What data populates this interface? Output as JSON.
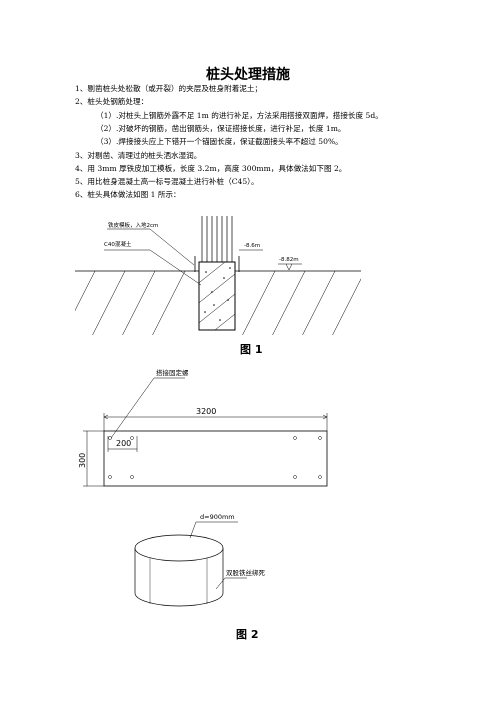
{
  "title": "桩头处理措施",
  "steps": [
    "1、剔凿桩头处松散（或开裂）的夹层及桩身附着泥土；",
    "2、桩头处钢筋处理：",
    "（1）.对桩头上钢筋外露不足 1m 的进行补足，方法采用搭接双面焊，搭接长度 5d。",
    "（2）.对破坏的钢筋，凿出钢筋头，保证搭接长度，进行补足，长度 1m。",
    "（3）.焊接接头应上下错开一个锚固长度，保证截面接头率不超过 50%。",
    "3、对剔凿、清理过的桩头洒水湿润。",
    "4、用 3mm 厚铁皮加工模板，长度 3.2m，高度 300mm，具体做法如下图 2。",
    "5、用比桩身混凝土高一标号混凝土进行补桩（C45）。",
    "6、桩头具体做法如图 1 所示："
  ],
  "figure1": {
    "label": "图 1",
    "callout_formwork": "铁皮模板，入地2cm",
    "callout_concrete": "C40混凝土",
    "elev_top": "-8.6m",
    "elev_ground": "-8.82m"
  },
  "figure2": {
    "label": "图 2",
    "callout_fix": "搭接固定螺",
    "dim_length": "3200",
    "dim_height": "300",
    "dim_overlap": "200",
    "diameter": "d=900mm",
    "callout_wire": "双股铁丝绑死"
  }
}
